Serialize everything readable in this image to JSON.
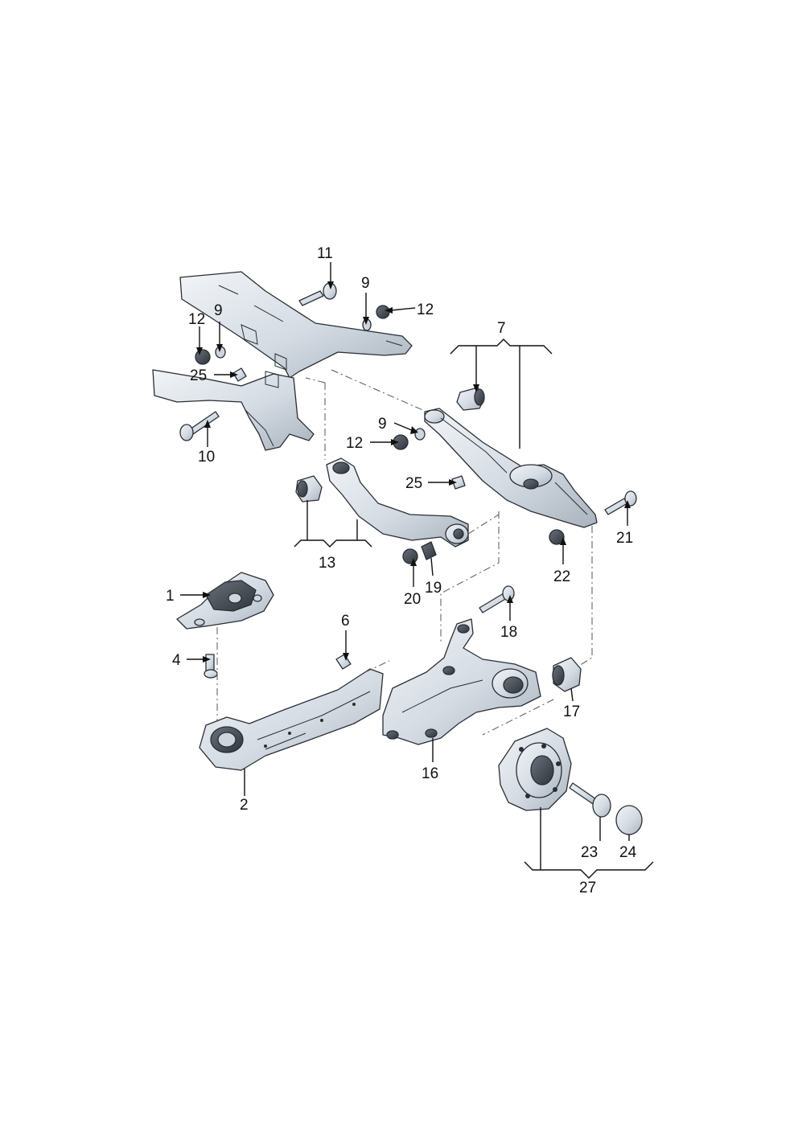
{
  "diagram": {
    "labels": {
      "l1": "1",
      "l2": "2",
      "l4": "4",
      "l6": "6",
      "l7": "7",
      "l9a": "9",
      "l9b": "9",
      "l9c": "9",
      "l10": "10",
      "l11": "11",
      "l12a": "12",
      "l12b": "12",
      "l12c": "12",
      "l13": "13",
      "l16": "16",
      "l17": "17",
      "l18": "18",
      "l19": "19",
      "l20": "20",
      "l21": "21",
      "l22": "22",
      "l23": "23",
      "l24": "24",
      "l25a": "25",
      "l25b": "25",
      "l27": "27"
    },
    "colors": {
      "part_light": "#e6ebf0",
      "part_mid": "#cdd5de",
      "part_dark": "#3f454d",
      "outline": "#2a2e34",
      "label": "#111111"
    }
  }
}
